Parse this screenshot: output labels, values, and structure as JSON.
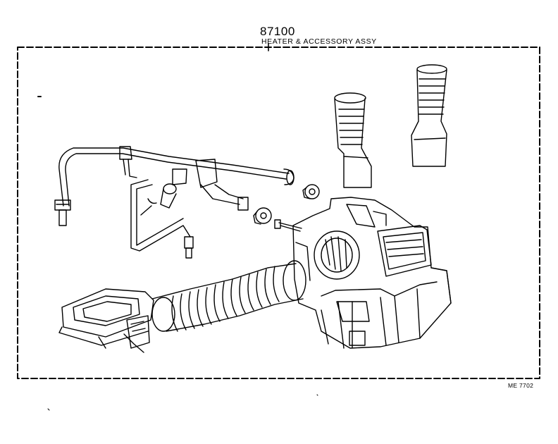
{
  "header": {
    "part_number": "87100",
    "part_name": "HEATER & ACCESSORY ASSY"
  },
  "footer": {
    "ref_code": "ME 7702"
  }
}
